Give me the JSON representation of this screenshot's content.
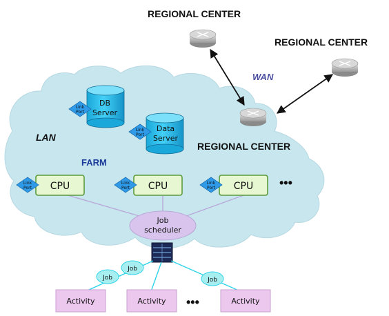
{
  "regional_centers": [
    "REGIONAL CENTER",
    "REGIONAL CENTER",
    "REGIONAL CENTER"
  ],
  "wan_label": "WAN",
  "lan_label": "LAN",
  "farm_label": "FARM",
  "db_server": {
    "line1": "DB",
    "line2": "Server"
  },
  "data_server": {
    "line1": "Data",
    "line2": "Server"
  },
  "link_port": {
    "line1": "Link",
    "line2": "Port"
  },
  "cpus": [
    "CPU",
    "CPU",
    "CPU"
  ],
  "more_dots": "•••",
  "job_scheduler": {
    "line1": "Job",
    "line2": "scheduler"
  },
  "jobs": [
    "Job",
    "Job",
    "Job"
  ],
  "activities": [
    "Activity",
    "Activity",
    "Activity"
  ],
  "colors": {
    "cloud": "#c7e6ee",
    "cylinder": "#2fc1ef",
    "cpu_box": "#e6f7d2",
    "cpu_border": "#5b9b3a",
    "diamond": "#2f9ae8",
    "scheduler": "#d8c4ec",
    "job": "#a7eef0",
    "activity": "#ecc8ef",
    "wan_text": "#4d50a0",
    "farm_text": "#1b3a9a"
  }
}
